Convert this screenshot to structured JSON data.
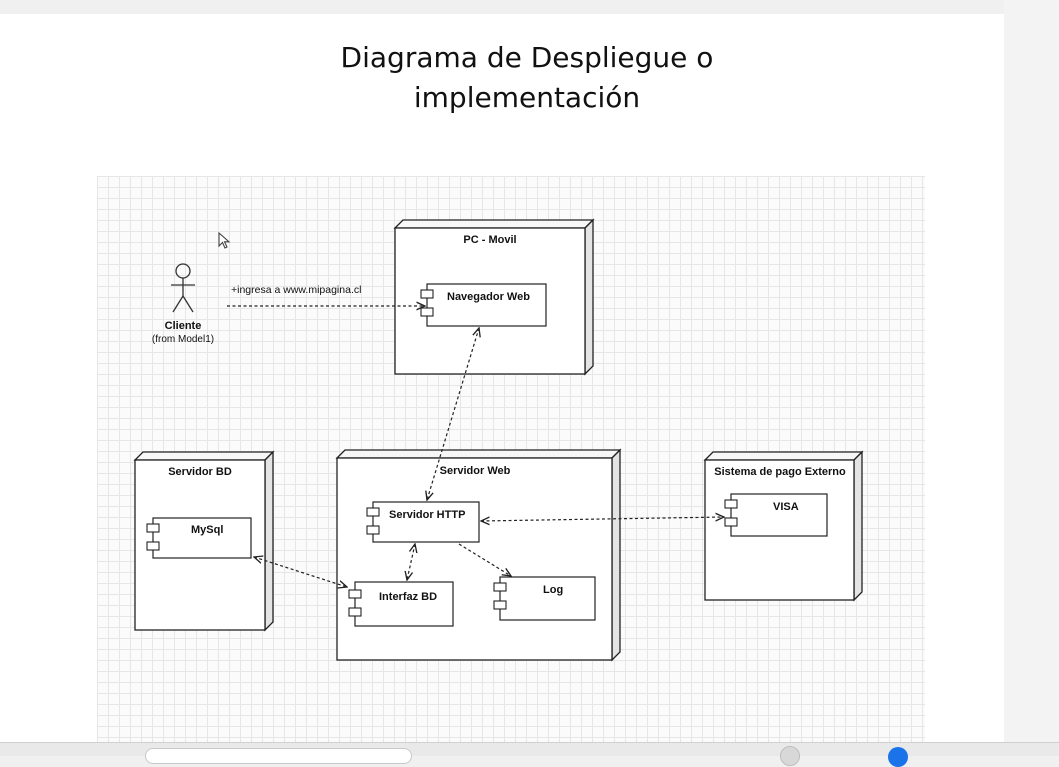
{
  "slide": {
    "title_line1": "Diagrama de Despliegue o",
    "title_line2": "implementación"
  },
  "diagram": {
    "actor": {
      "name": "Cliente",
      "from": "(from Model1)"
    },
    "nodes": {
      "pc": "PC - Movil",
      "bd": "Servidor BD",
      "web": "Servidor Web",
      "pago": "Sistema de pago Externo"
    },
    "components": {
      "navegador": "Navegador Web",
      "http": "Servidor HTTP",
      "mysql": "MySql",
      "interfaz": "Interfaz BD",
      "log": "Log",
      "visa": "VISA"
    },
    "links": {
      "ingresa": "+ingresa a www.mipagina.cl"
    }
  },
  "icons": {
    "cursor": "mouse-pointer-icon",
    "actor": "stick-figure-icon",
    "component": "uml-component-icon"
  },
  "colors": {
    "background": "#f0f0f0",
    "slide": "#ffffff",
    "grid": "#e6e6e6",
    "line": "#222222",
    "accent": "#1a73e8"
  }
}
